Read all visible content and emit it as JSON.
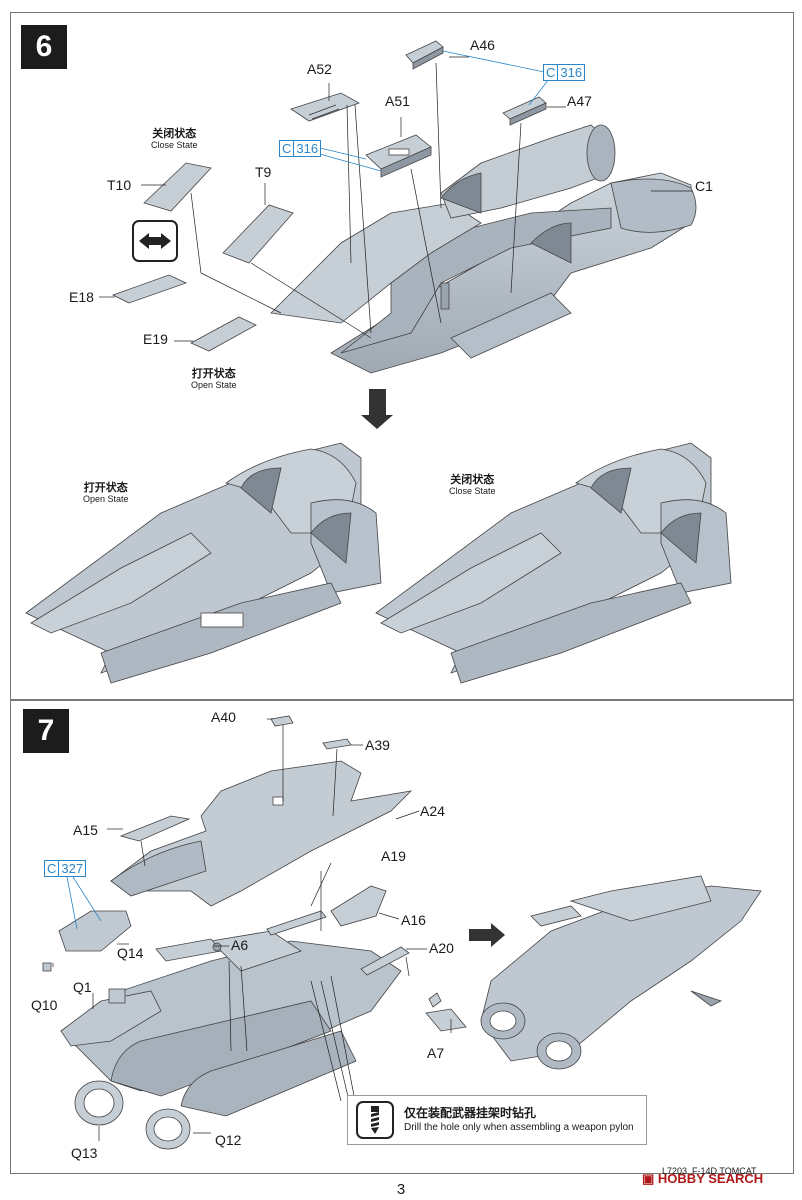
{
  "step6": {
    "number": "6",
    "labels": {
      "a46": "A46",
      "a47": "A47",
      "a52": "A52",
      "a51": "A51",
      "c1": "C1",
      "t10": "T10",
      "t9": "T9",
      "e18": "E18",
      "e19": "E19"
    },
    "refs": [
      {
        "letter": "C",
        "num": "316"
      },
      {
        "letter": "C",
        "num": "316"
      }
    ],
    "close_state": {
      "cn": "关闭状态",
      "en": "Close State"
    },
    "open_state": {
      "cn": "打开状态",
      "en": "Open State"
    },
    "result_open": {
      "cn": "打开状态",
      "en": "Open State"
    },
    "result_close": {
      "cn": "关闭状态",
      "en": "Close State"
    },
    "icons": [
      "double-arrow-icon",
      "down-arrow-icon"
    ]
  },
  "step7": {
    "number": "7",
    "labels": {
      "a40": "A40",
      "a39": "A39",
      "a24": "A24",
      "a15": "A15",
      "a19": "A19",
      "a16": "A16",
      "a6": "A6",
      "a20": "A20",
      "q14": "Q14",
      "q10": "Q10",
      "q1": "Q1",
      "a7": "A7",
      "q13": "Q13",
      "q12": "Q12"
    },
    "ref": {
      "letter": "C",
      "num": "327"
    },
    "note": {
      "cn": "仅在装配武器挂架时钻孔",
      "en": "Drill the hole only when assembling a weapon pylon"
    },
    "icons": [
      "right-arrow-icon",
      "drill-icon"
    ]
  },
  "footer": {
    "code": "L7203",
    "model": "F-14D TOMCAT",
    "watermark": "HOBBY SEARCH",
    "page": "3"
  },
  "colors": {
    "part": "#b9c3cc",
    "part_dark": "#8e98a2",
    "ref": "#2a86c8",
    "watermark": "#b01818"
  }
}
